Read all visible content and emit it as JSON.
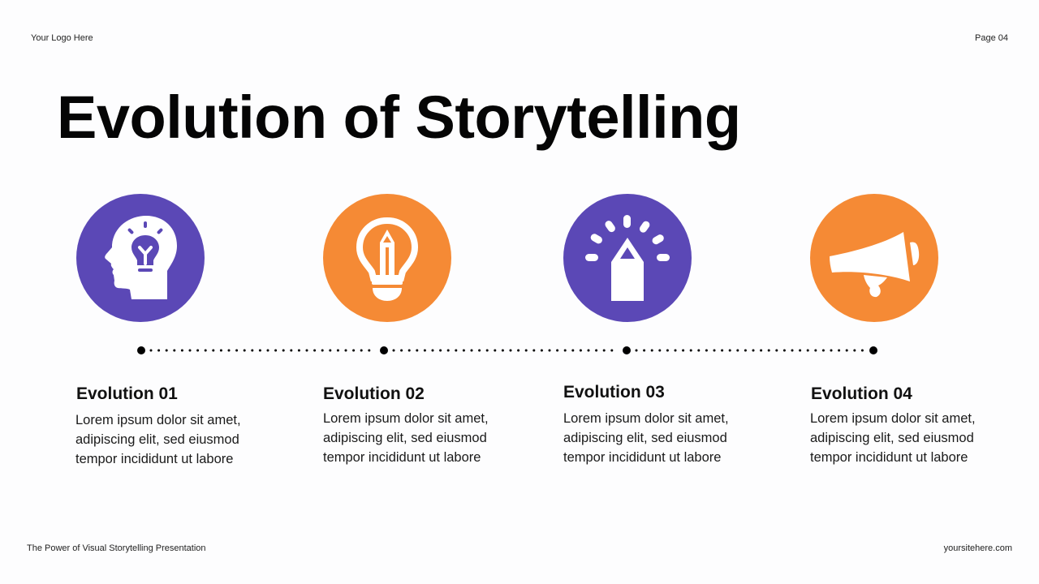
{
  "header": {
    "logo_text": "Your Logo Here",
    "page_label": "Page 04"
  },
  "title": "Evolution of Storytelling",
  "colors": {
    "purple": "#5b48b6",
    "orange": "#f58a35",
    "icon_fg": "#ffffff",
    "timeline": "#000000"
  },
  "steps": [
    {
      "icon": "head-lightbulb-icon",
      "circle_color": "purple",
      "title": "Evolution 01",
      "lines": [
        "Lorem ipsum dolor sit amet,",
        "adipiscing elit, sed eiusmod",
        "tempor incididunt ut labore"
      ]
    },
    {
      "icon": "lightbulb-pencil-icon",
      "circle_color": "orange",
      "title": "Evolution 02",
      "lines": [
        "Lorem ipsum dolor sit amet,",
        "adipiscing elit, sed eiusmod",
        "tempor incididunt ut labore"
      ]
    },
    {
      "icon": "pencil-idea-icon",
      "circle_color": "purple",
      "title": "Evolution 03",
      "lines": [
        "Lorem ipsum dolor sit amet,",
        "adipiscing elit, sed eiusmod",
        "tempor incididunt ut labore"
      ]
    },
    {
      "icon": "megaphone-icon",
      "circle_color": "orange",
      "title": "Evolution 04",
      "lines": [
        "Lorem ipsum dolor sit amet,",
        "adipiscing elit, sed eiusmod",
        "tempor incididunt ut labore"
      ]
    }
  ],
  "footer": {
    "presentation_title": "The Power of Visual Storytelling Presentation",
    "website": "yoursitehere.com"
  }
}
